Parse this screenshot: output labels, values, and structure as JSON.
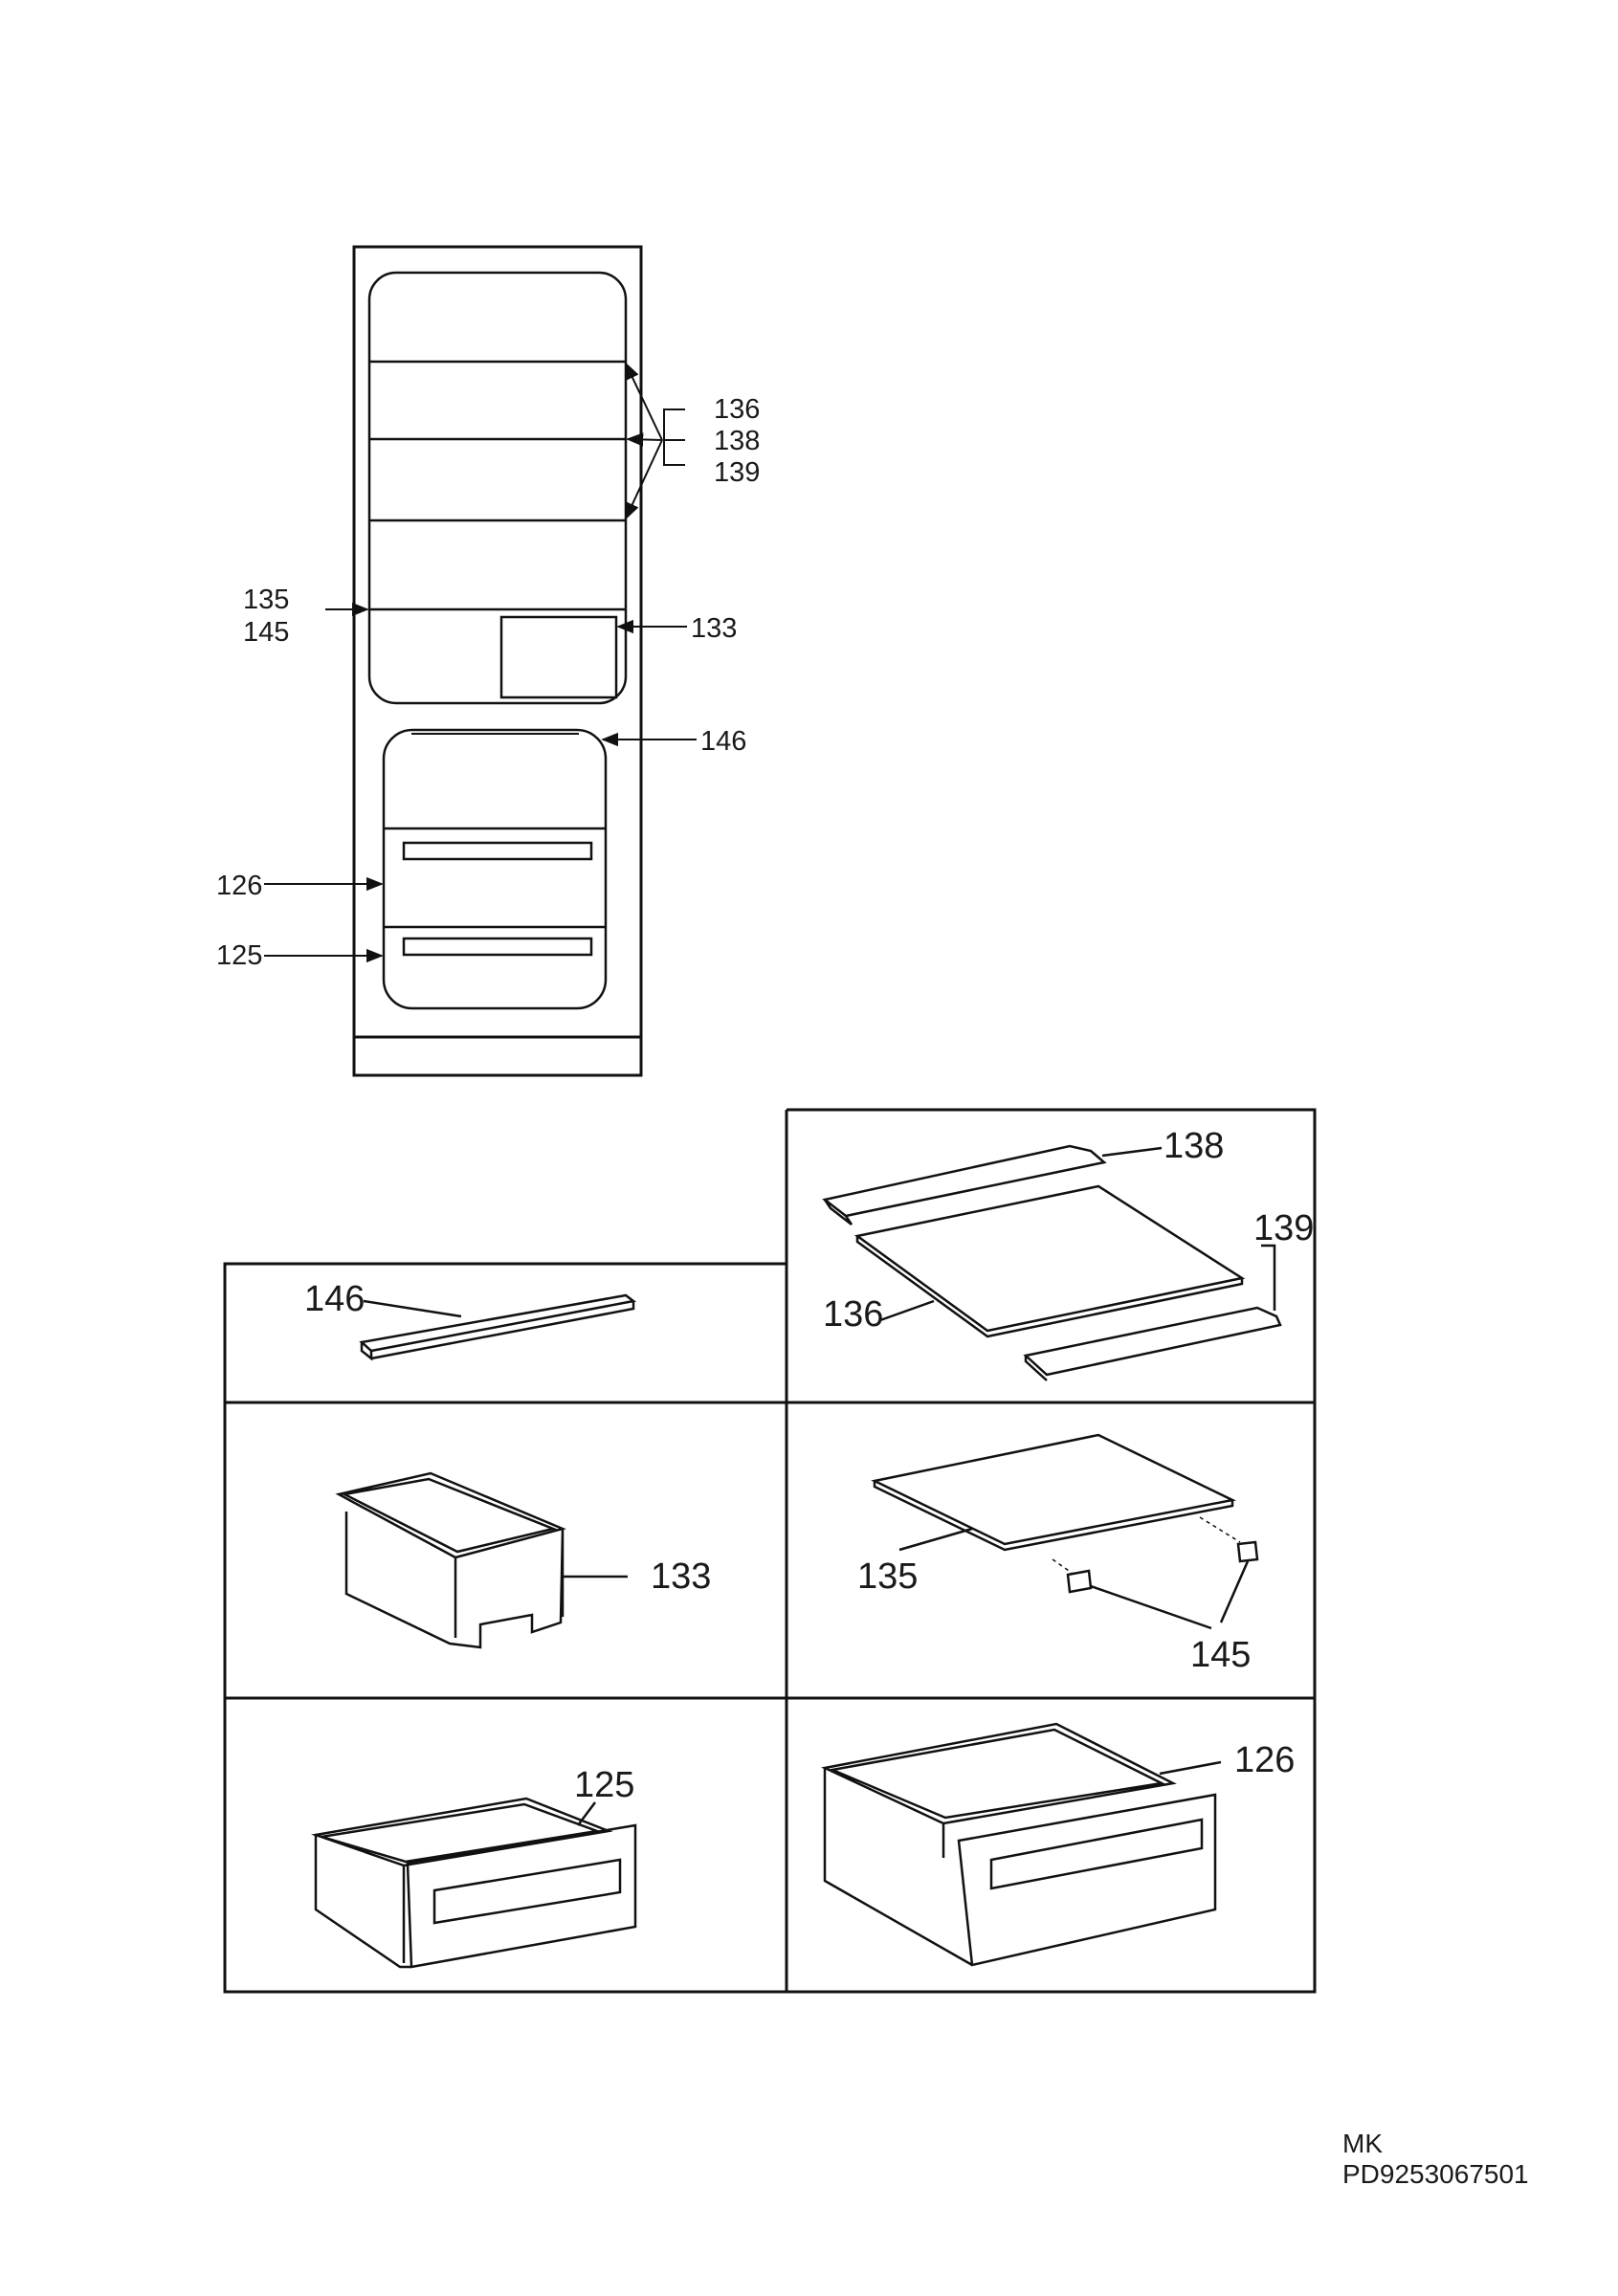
{
  "labels": {
    "p136_top": "136",
    "p138_top": "138",
    "p139_top": "139",
    "p135_top": "135",
    "p145_top": "145",
    "p133_top": "133",
    "p146_top": "146",
    "p126_top": "126",
    "p125_top": "125",
    "p138_panel": "138",
    "p139_panel": "139",
    "p136_panel": "136",
    "p146_panel": "146",
    "p133_panel": "133",
    "p135_panel": "135",
    "p145_panel": "145",
    "p125_panel": "125",
    "p126_panel": "126"
  },
  "footer": {
    "code1": "MK",
    "code2": "PD9253067501"
  }
}
